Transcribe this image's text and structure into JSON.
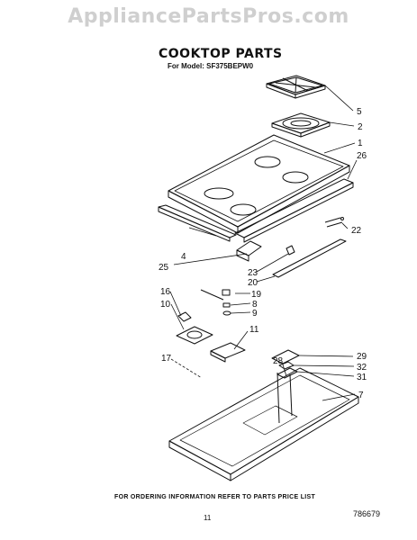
{
  "watermark": "AppliancePartsPros.com",
  "title": "COOKTOP PARTS",
  "model_line": "For Model: SF375BEPW0",
  "callouts": {
    "c5": "5",
    "c2": "2",
    "c1": "1",
    "c26": "26",
    "c22": "22",
    "c4": "4",
    "c25": "25",
    "c23": "23",
    "c20": "20",
    "c16": "16",
    "c19": "19",
    "c10": "10",
    "c8": "8",
    "c9": "9",
    "c11": "11",
    "c17": "17",
    "c29": "29",
    "c28": "28",
    "c32": "32",
    "c31": "31",
    "c7": "7"
  },
  "footer_text": "FOR ORDERING INFORMATION REFER TO PARTS PRICE LIST",
  "page_number": "11",
  "part_number": "786679"
}
